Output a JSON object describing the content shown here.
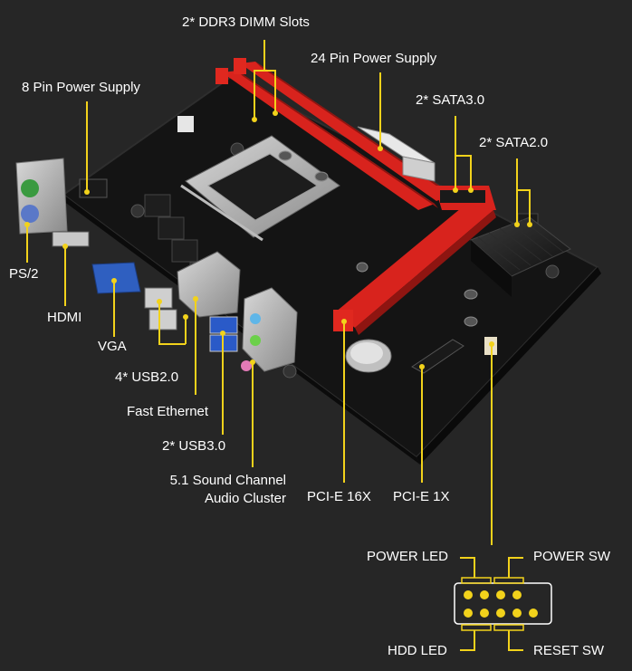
{
  "labels": {
    "ddr3": "2* DDR3 DIMM Slots",
    "pin24": "24 Pin Power Supply",
    "pin8": "8 Pin Power Supply",
    "sata3": "2* SATA3.0",
    "sata2": "2* SATA2.0",
    "ps2": "PS/2",
    "hdmi": "HDMI",
    "vga": "VGA",
    "usb2": "4* USB2.0",
    "ethernet": "Fast Ethernet",
    "usb3": "2* USB3.0",
    "audio_line1": "5.1 Sound Channel",
    "audio_line2": "Audio Cluster",
    "pcie16": "PCI-E 16X",
    "pcie1": "PCI-E 1X",
    "power_led": "POWER LED",
    "power_sw": "POWER SW",
    "hdd_led": "HDD LED",
    "reset_sw": "RESET SW"
  },
  "colors": {
    "background": "#262626",
    "leader": "#f2d21b",
    "text": "#ffffff",
    "board": "#151515",
    "slot_red": "#d8231d"
  }
}
